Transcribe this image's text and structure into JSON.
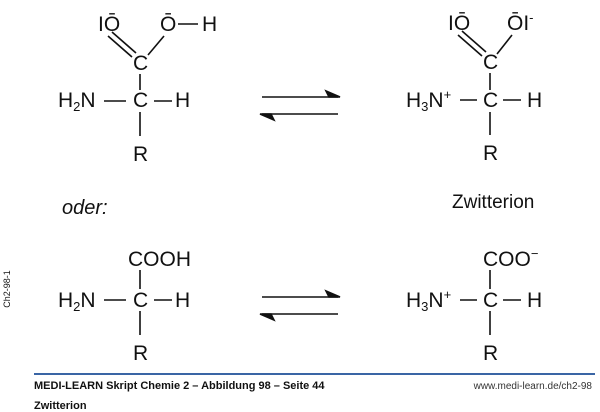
{
  "molecules": {
    "top_left": {
      "o1": "IŌ",
      "o2": "Ō",
      "h_oh": "H",
      "c1": "C",
      "h2n": "H",
      "n": "N",
      "sub2": "2",
      "c2": "C",
      "h": "H",
      "r": "R"
    },
    "top_right": {
      "o1": "IŌ",
      "o2": "ŌI",
      "minus": "-",
      "c1": "C",
      "h3n": "H",
      "n": "N",
      "sub3": "3",
      "plus": "+",
      "c2": "C",
      "h": "H",
      "r": "R"
    },
    "bottom_left": {
      "group": "COOH",
      "h2n": "H",
      "n": "N",
      "sub2": "2",
      "c": "C",
      "h": "H",
      "r": "R"
    },
    "bottom_right": {
      "group": "COO",
      "minus": "−",
      "h3n": "H",
      "n": "N",
      "sub3": "3",
      "plus": "+",
      "c": "C",
      "h": "H",
      "r": "R"
    }
  },
  "labels": {
    "oder": "oder:",
    "zwitterion": "Zwitterion",
    "side_code": "Ch2-98-1"
  },
  "footer": {
    "title": "MEDI-LEARN Skript Chemie 2 – Abbildung 98 – Seite 44",
    "url": "www.medi-learn.de/ch2-98",
    "subtitle": "Zwitterion"
  },
  "colors": {
    "rule": "#3a65a5"
  }
}
